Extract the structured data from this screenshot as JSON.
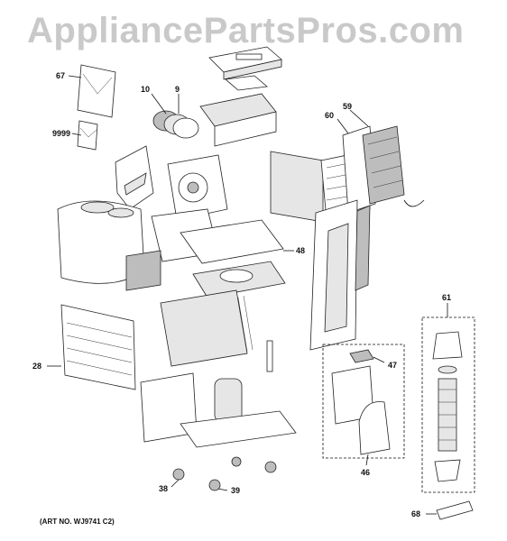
{
  "watermark": "AppliancePartsPros.com",
  "art_number": "(ART NO. WJ9741 C2)",
  "callouts": {
    "c67": "67",
    "c9999": "9999",
    "c10": "10",
    "c9": "9",
    "c60": "60",
    "c59": "59",
    "c48": "48",
    "c28": "28",
    "c61": "61",
    "c47": "47",
    "c46": "46",
    "c38": "38",
    "c39": "39",
    "c68": "68"
  }
}
